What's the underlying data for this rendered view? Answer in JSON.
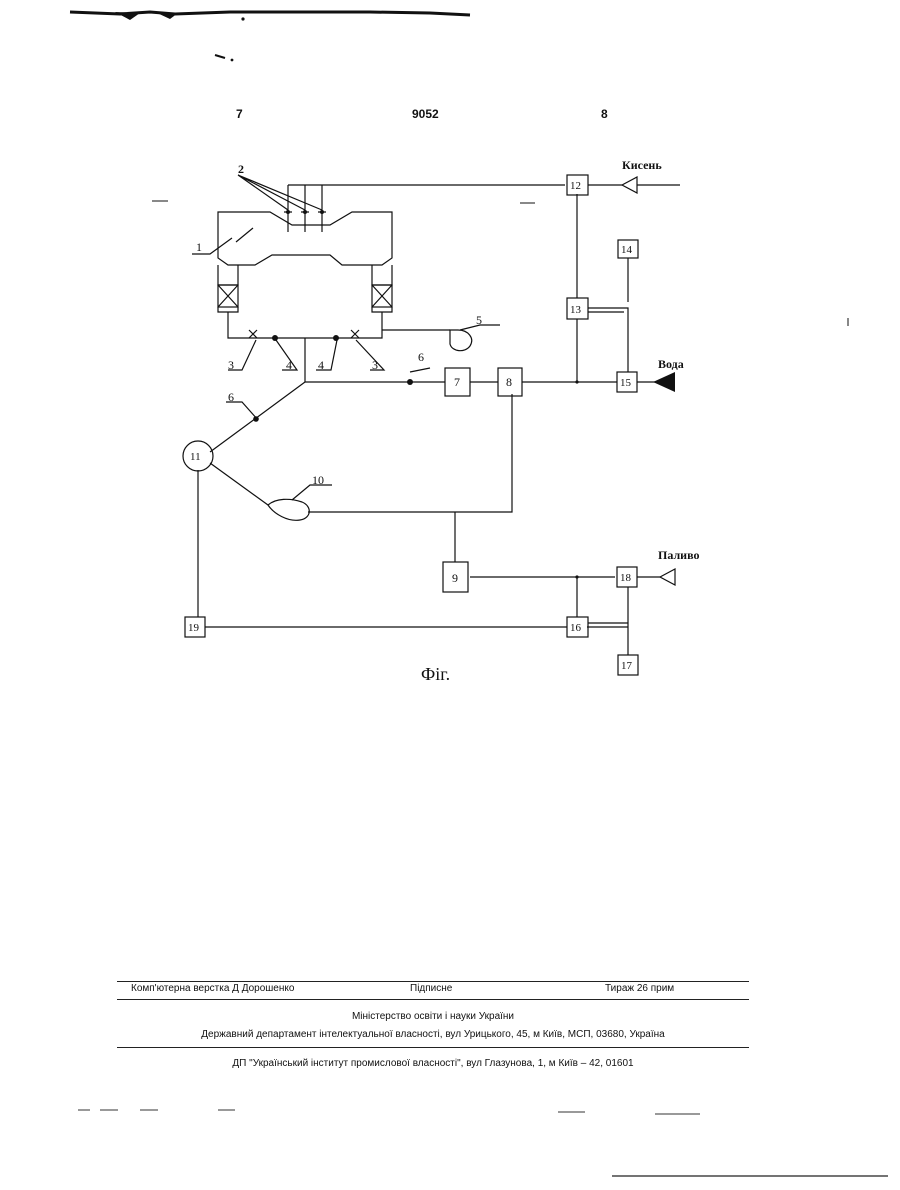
{
  "header": {
    "page_left": "7",
    "doc_number": "9052",
    "page_right": "8"
  },
  "diagram": {
    "labels": {
      "oxygen": "Кисень",
      "water": "Вода",
      "fuel": "Паливо"
    },
    "numbers": {
      "n1": "1",
      "n2": "2",
      "n3a": "3",
      "n3b": "3",
      "n4a": "4",
      "n4b": "4",
      "n5": "5",
      "n6a": "6",
      "n6b": "6",
      "n7": "7",
      "n8": "8",
      "n9": "9",
      "n10": "10",
      "n11": "11",
      "n12": "12",
      "n13": "13",
      "n14": "14",
      "n15": "15",
      "n16": "16",
      "n17": "17",
      "n18": "18",
      "n19": "19"
    },
    "caption": "Фіг."
  },
  "footer": {
    "typesetting": "Комп'ютерна верстка Д  Дорошенко",
    "signed": "Підписне",
    "print_run": "Тираж 26 прим",
    "ministry": "Міністерство освіти і науки України",
    "department": "Державний департамент інтелектуальної власності, вул  Урицького, 45, м  Київ, МСП, 03680, Україна",
    "institute": "ДП \"Український інститут промислової власності\", вул  Глазунова, 1, м  Київ – 42, 01601"
  }
}
